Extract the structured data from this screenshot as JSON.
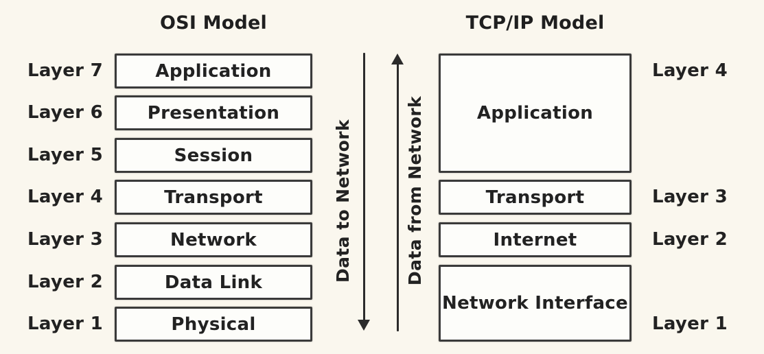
{
  "colors": {
    "background": "#faf7ee",
    "box_fill": "#fdfdfa",
    "border": "#3a3a3a",
    "text": "#222222"
  },
  "osi": {
    "title": "OSI Model",
    "layers": [
      {
        "label": "Layer 7",
        "name": "Application"
      },
      {
        "label": "Layer 6",
        "name": "Presentation"
      },
      {
        "label": "Layer 5",
        "name": "Session"
      },
      {
        "label": "Layer 4",
        "name": "Transport"
      },
      {
        "label": "Layer 3",
        "name": "Network"
      },
      {
        "label": "Layer 2",
        "name": "Data Link"
      },
      {
        "label": "Layer 1",
        "name": "Physical"
      }
    ]
  },
  "tcpip": {
    "title": "TCP/IP Model",
    "layers": [
      {
        "label": "Layer 4",
        "name": "Application"
      },
      {
        "label": "Layer 3",
        "name": "Transport"
      },
      {
        "label": "Layer 2",
        "name": "Internet"
      },
      {
        "label": "Layer 1",
        "name": "Network Interface"
      }
    ]
  },
  "flow": {
    "down_label": "Data to Network",
    "up_label": "Data from Network"
  }
}
